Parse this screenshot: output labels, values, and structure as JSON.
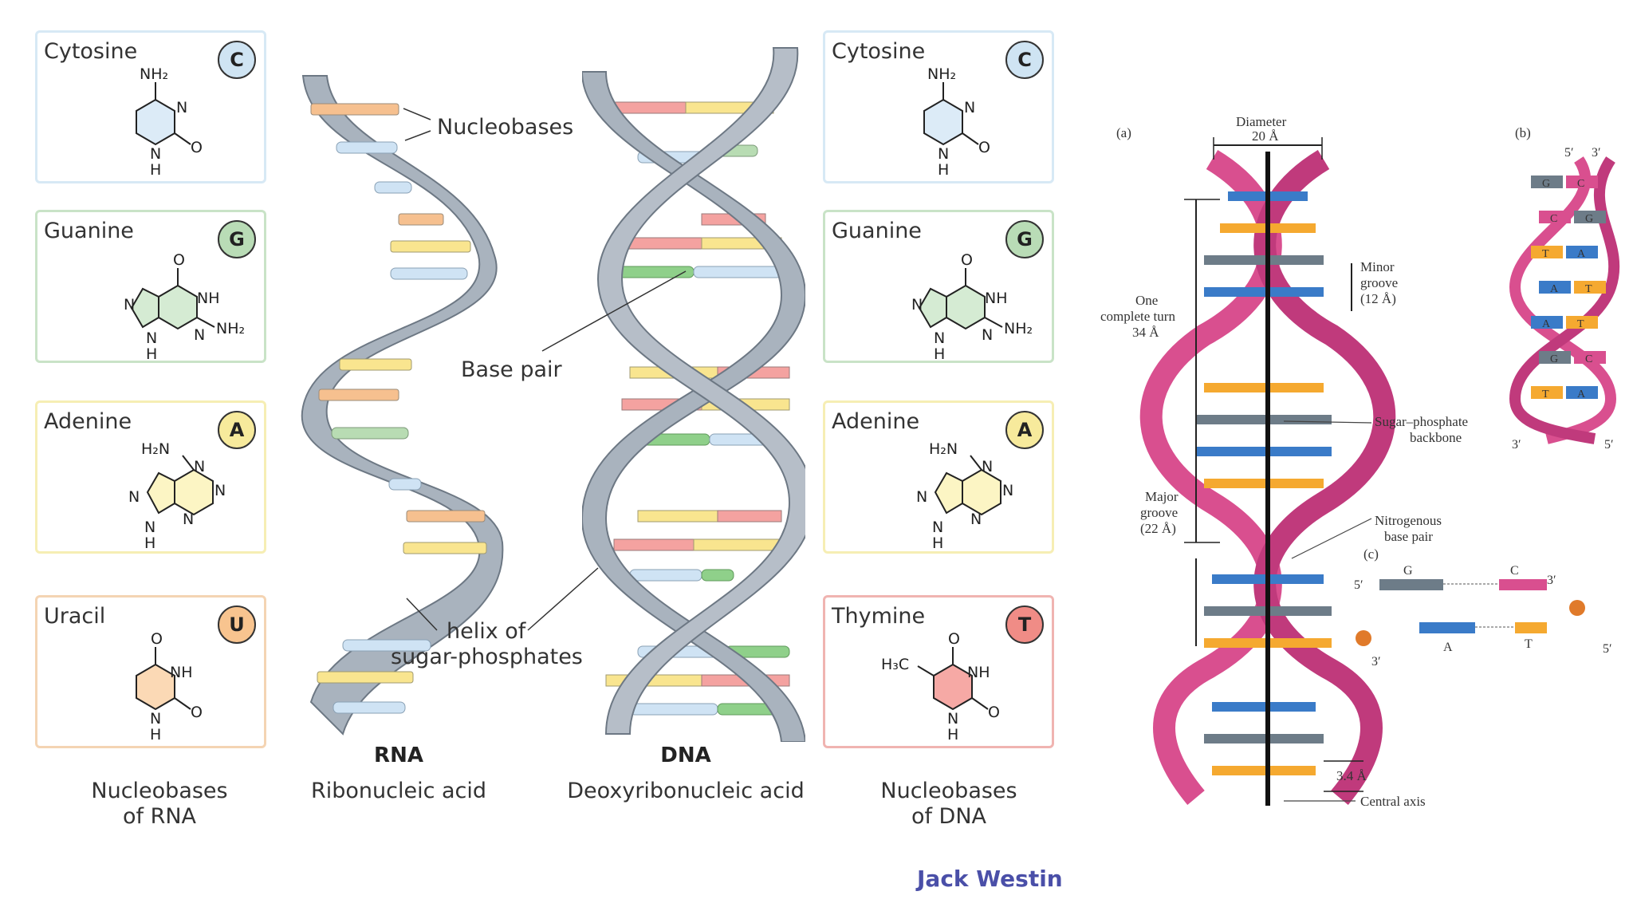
{
  "rna_bases": [
    {
      "name": "Cytosine",
      "letter": "C",
      "color": "#dcebf7",
      "border": "#cfe4f3"
    },
    {
      "name": "Guanine",
      "letter": "G",
      "color": "#d5ebd3",
      "border": "#c6e2c4"
    },
    {
      "name": "Adenine",
      "letter": "A",
      "color": "#fcf5c4",
      "border": "#f8efb3"
    },
    {
      "name": "Uracil",
      "letter": "U",
      "color": "#fbd9b5",
      "border": "#f6d2ae"
    }
  ],
  "dna_bases": [
    {
      "name": "Cytosine",
      "letter": "C",
      "color": "#dcebf7",
      "border": "#cfe4f3"
    },
    {
      "name": "Guanine",
      "letter": "G",
      "color": "#d5ebd3",
      "border": "#c6e2c4"
    },
    {
      "name": "Adenine",
      "letter": "A",
      "color": "#fcf5c4",
      "border": "#f8efb3"
    },
    {
      "name": "Thymine",
      "letter": "T",
      "color": "#f6a9a5",
      "border": "#f2b3b0"
    }
  ],
  "mol_labels": {
    "nh2": "NH2",
    "n": "N",
    "o": "O",
    "h": "H",
    "nh": "NH",
    "h2n": "H2N",
    "h3c": "H3C"
  },
  "annotations": {
    "nucleobases": "Nucleobases",
    "base_pair": "Base pair",
    "helix_line1": "helix of",
    "helix_line2": "sugar-phosphates"
  },
  "captions": {
    "rna_bases_line1": "Nucleobases",
    "rna_bases_line2": "of RNA",
    "rna_bold": "RNA",
    "rna_full": "Ribonucleic acid",
    "dna_bold": "DNA",
    "dna_full": "Deoxyribonucleic acid",
    "dna_bases_line1": "Nucleobases",
    "dna_bases_line2": "of DNA"
  },
  "watermark": "Jack Westin",
  "panel": {
    "a": "(a)",
    "b": "(b)",
    "c": "(c)",
    "diameter": "Diameter",
    "diameter_value": "20 Å",
    "turn_line1": "One",
    "turn_line2": "complete turn",
    "turn_value": "34 Å",
    "minor_line1": "Minor",
    "minor_line2": "groove",
    "minor_value": "(12 Å)",
    "major_line1": "Major",
    "major_line2": "groove",
    "major_value": "(22 Å)",
    "backbone_line1": "Sugar–phosphate",
    "backbone_line2": "backbone",
    "bp_line1": "Nitrogenous",
    "bp_line2": "base pair",
    "rise": "3.4 Å",
    "axis": "Central axis",
    "five_prime": "5′",
    "three_prime": "3′",
    "c_g": "G",
    "c_c": "C",
    "c_a": "A",
    "c_t": "T",
    "b_pairs": [
      [
        "G",
        "C"
      ],
      [
        "C",
        "G"
      ],
      [
        "T",
        "A"
      ],
      [
        "A",
        "T"
      ],
      [
        "A",
        "T"
      ],
      [
        "G",
        "C"
      ],
      [
        "T",
        "A"
      ]
    ]
  }
}
